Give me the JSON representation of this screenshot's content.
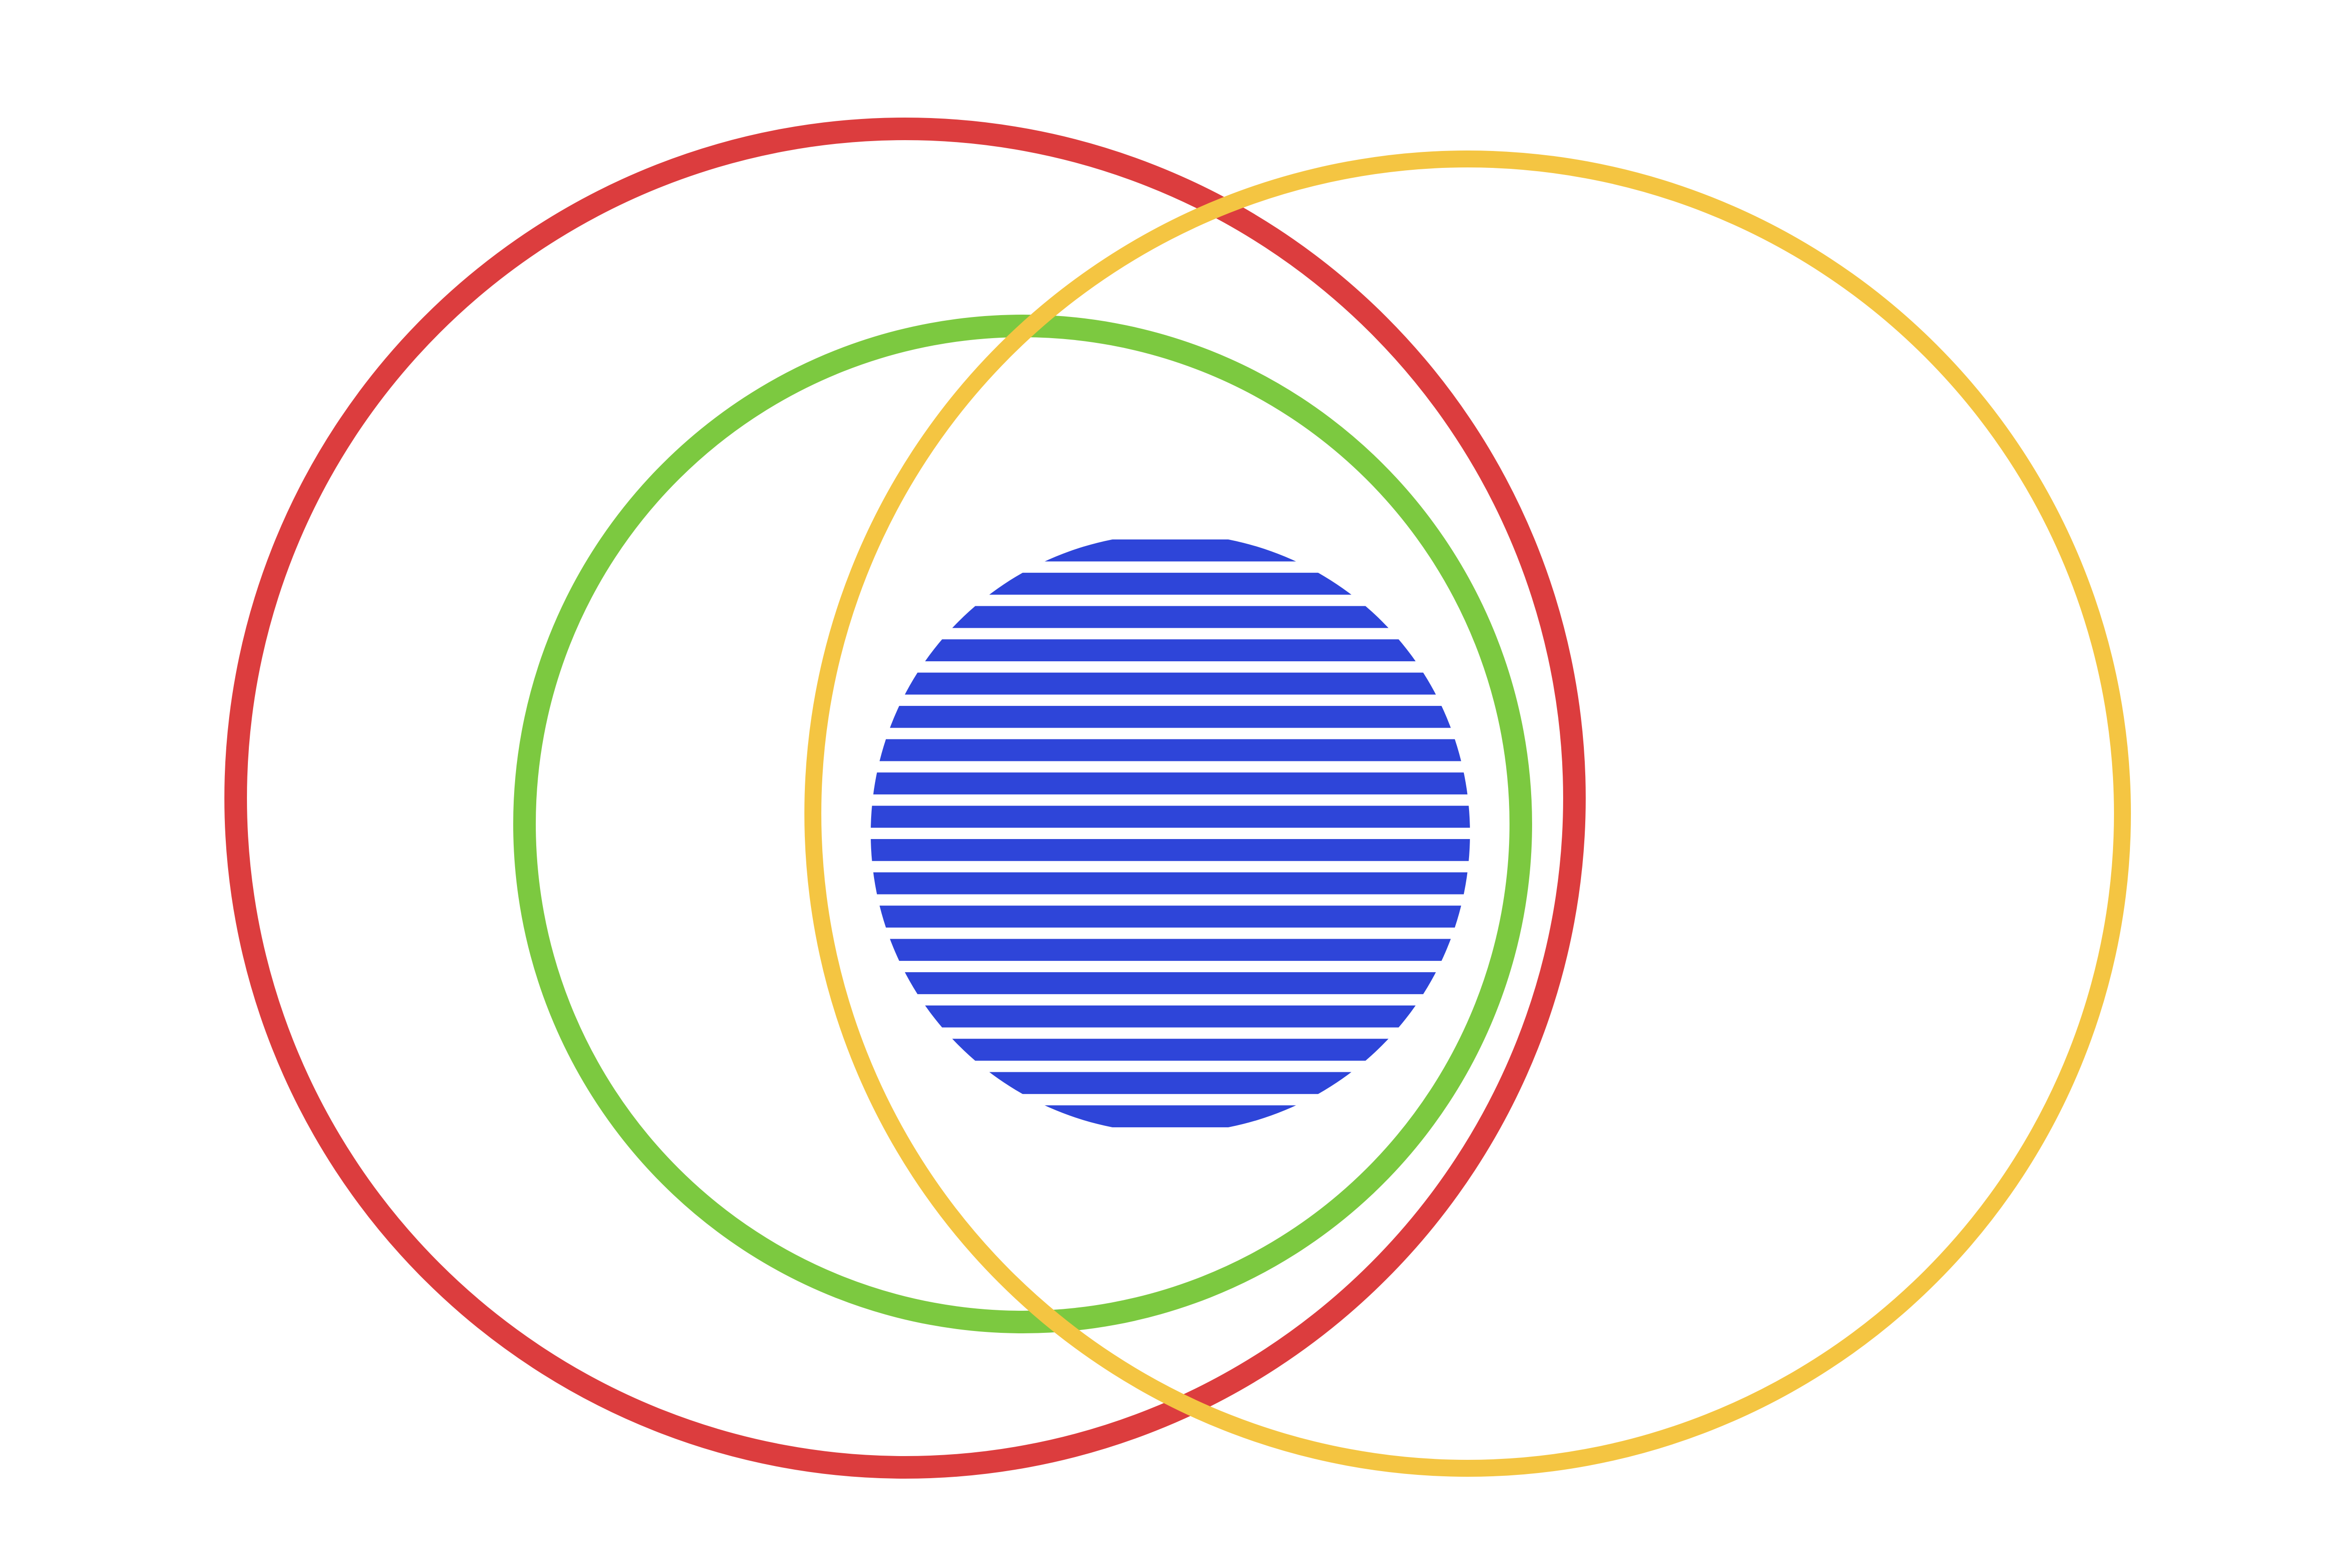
{
  "background": "#ffffff",
  "circles": [
    {
      "id": "red",
      "color": "#dc3d3e"
    },
    {
      "id": "yellow",
      "color": "#f4c542"
    },
    {
      "id": "green",
      "color": "#7cc940"
    }
  ],
  "striped_disc": {
    "color": "#2e45d9",
    "stripe_count": 18
  }
}
